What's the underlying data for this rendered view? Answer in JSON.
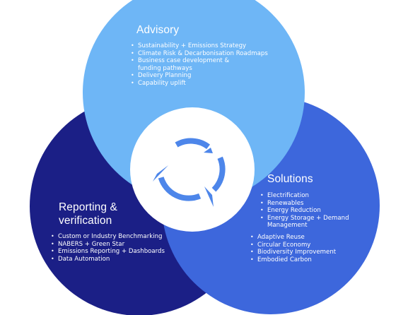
{
  "colors": {
    "advisory_circle": "#6eb6f6",
    "solutions_circle": "#3d67dc",
    "reporting_circle": "#1b1f86",
    "center_circle": "#ffffff",
    "cycle_arrows": "#4d86ea"
  },
  "center": {
    "icon": "cycle-arrows-icon"
  },
  "advisory": {
    "title": "Advisory",
    "items": [
      "Sustainability + Emissions Strategy",
      "Climate Risk & Decarbonisation Roadmaps",
      "Business case development &",
      "funding pathways",
      "Delivery Planning",
      "Capability uplift"
    ]
  },
  "solutions": {
    "title": "Solutions",
    "group1": [
      "Electrification",
      "Renewables",
      "Energy Reduction",
      "Energy Storage + Demand Management"
    ],
    "group2": [
      "Adaptive Reuse",
      "Circular Economy",
      "Biodiversity Improvement",
      "Embodied Carbon"
    ]
  },
  "reporting": {
    "title": "Reporting & verification",
    "items": [
      "Custom or Industry Benchmarking",
      "NABERS + Green Star",
      "Emissions Reporting + Dashboards",
      "Data Automation"
    ]
  }
}
